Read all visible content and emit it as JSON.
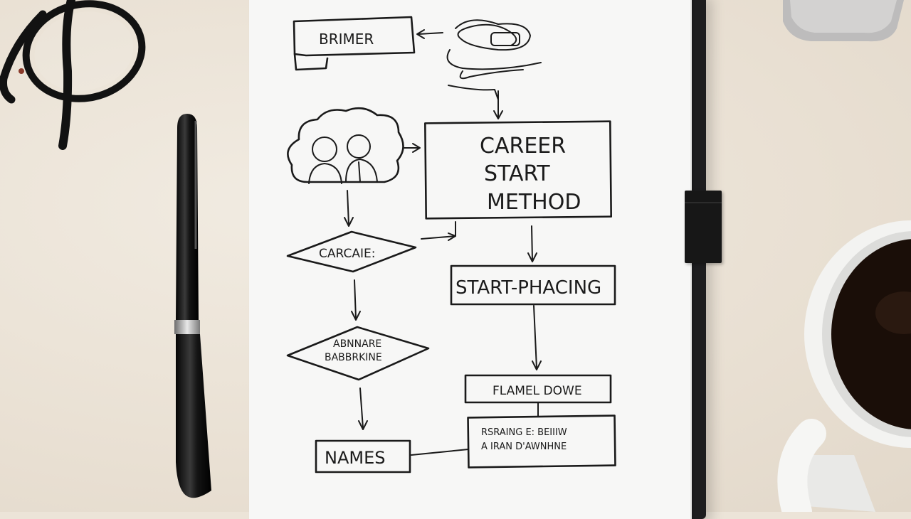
{
  "scene": {
    "props": {
      "glasses": "eyeglasses-icon",
      "pen": "pen-icon",
      "mug": "coffee-mug-icon",
      "device": "speaker-device-icon"
    }
  },
  "flowchart": {
    "banner_label": "BRIMER",
    "career_box": {
      "line1": "CAREER",
      "line2": "START",
      "line3": "METHOD"
    },
    "diamond1_label": "CARCAIE:",
    "diamond2_line1": "ABNNARE",
    "diamond2_line2": "BABBRKINE",
    "start_box_label": "START-PHACING",
    "flame_box_label": "FLAMEL DOWE",
    "notes_box_line1": "RSRAING E: BEIIIW",
    "notes_box_line2": "A IRAN D'AWNHNE",
    "names_box_label": "NAMES"
  },
  "colors": {
    "desk": "#ece4d8",
    "paper": "#f7f7f6",
    "ink": "#1b1b1b",
    "notebook": "#1d1d1f",
    "coffee": "#1a0e08",
    "mug": "#f4f4f2"
  }
}
